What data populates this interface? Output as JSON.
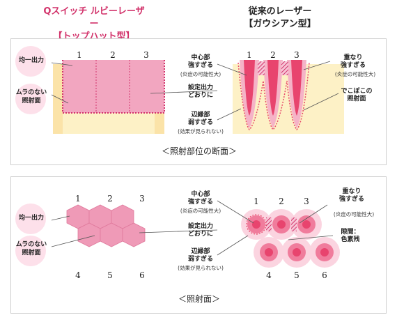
{
  "header": {
    "qswitch_line1": "Qスイッチ ルビーレーザー",
    "qswitch_line2": "【トップハット型】",
    "conventional_line1": "従来のレーザー",
    "conventional_line2": "【ガウシアン型】"
  },
  "cross_section": {
    "caption": "＜照射部位の断面＞",
    "left_labels": {
      "uniform_output": "均一出力",
      "even_irradiation_1": "ムラのない",
      "even_irradiation_2": "照射面"
    },
    "numbers": [
      "1",
      "2",
      "3"
    ],
    "center_labels": {
      "center_1": "中心部",
      "center_2": "強すぎる",
      "center_3": "(炎症の可能性大)",
      "as_set_1": "設定出力",
      "as_set_2": "どおりに",
      "edge_1": "辺縁部",
      "edge_2": "弱すぎる",
      "edge_3": "(効果が見られない)"
    },
    "right_labels": {
      "overlap_1": "重なり",
      "overlap_2": "強すぎる",
      "overlap_3": "(炎症の可能性大)",
      "uneven_1": "でこぼこの",
      "uneven_2": "照射面"
    }
  },
  "surface": {
    "caption": "＜照射面＞",
    "left_labels": {
      "uniform_output": "均一出力",
      "even_irradiation_1": "ムラのない",
      "even_irradiation_2": "照射面"
    },
    "numbers_top": [
      "1",
      "2",
      "3"
    ],
    "numbers_bottom": [
      "4",
      "5",
      "6"
    ],
    "center_labels": {
      "center_1": "中心部",
      "center_2": "強すぎる",
      "center_3": "(炎症の可能性大)",
      "as_set_1": "設定出力",
      "as_set_2": "どおりに",
      "edge_1": "辺縁部",
      "edge_2": "弱すぎる",
      "edge_3": "(効果が見られない)"
    },
    "right_labels": {
      "overlap_1": "重なり",
      "overlap_2": "強すぎる",
      "overlap_3": "(炎症の可能性大)",
      "gap_1": "隙間：",
      "gap_2": "色素残"
    }
  },
  "colors": {
    "accent_pink": "#d2336b",
    "tophat_fill": "#f2a6c0",
    "hex_fill": "#ef9ab7",
    "skin": "#fdf1c6",
    "skin_edge": "#f8dca0",
    "gauss_core": "#e8446e",
    "gauss_outer": "#f5b3c7",
    "edge_dot": "#e84a6a"
  }
}
